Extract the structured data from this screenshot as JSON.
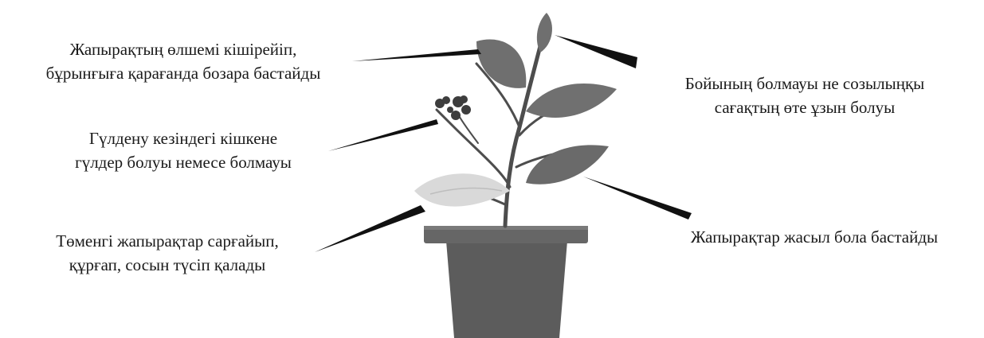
{
  "labels": {
    "leaf_smaller": {
      "line1": "Жапырақтың өлшемі кішірейіп,",
      "line2": "бұрынғыға қарағанда бозара бастайды"
    },
    "height": {
      "line1": "Бойының болмауы не созылыңқы",
      "line2": "сағақтың өте ұзын болуы"
    },
    "flowers": {
      "line1": "Гүлдену кезіндегі кішкене",
      "line2": "гүлдер болуы немесе болмауы"
    },
    "lower_leaves": {
      "line1": "Төменгі жапырақтар сарғайып,",
      "line2": "құрғап, сосын түсіп қалады"
    },
    "leaves_green": {
      "line1": "Жапырақтар жасыл бола бастайды"
    }
  },
  "colors": {
    "leaf": "#6f6f6f",
    "leaf_dark": "#4a4a4a",
    "yellow_leaf": "#d9d9d9",
    "stem": "#4d4d4d",
    "pot": "#5c5c5c",
    "soil": "#3a3a3a",
    "pointer": "#111111",
    "flower": "#3d3d3d"
  }
}
